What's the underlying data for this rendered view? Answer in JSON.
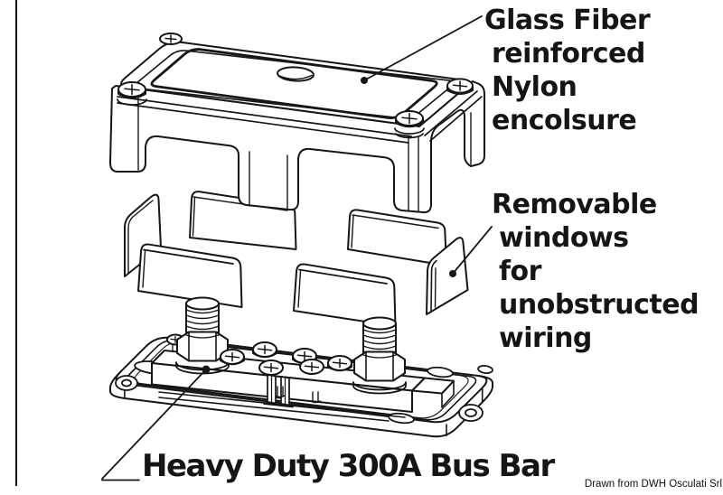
{
  "figure": {
    "type": "exploded-technical-diagram",
    "product": "Heavy Duty 300A Bus Bar",
    "colors": {
      "line": "#161616",
      "background": "#ffffff",
      "text": "#151515"
    },
    "parts": [
      "glass-fiber-nylon-enclosure",
      "removable-windows",
      "bus-bar-base-plate"
    ]
  },
  "labels": {
    "enclosure": {
      "lines": [
        "Glass Fiber",
        "reinforced",
        "Nylon",
        "encolsure"
      ]
    },
    "windows": {
      "lines": [
        "Removable",
        "windows",
        "for",
        "unobstructed",
        "wiring"
      ]
    },
    "bus_bar": {
      "text": "Heavy Duty 300A Bus Bar"
    },
    "credit": {
      "text": "Drawn from DWH Osculati Srl"
    }
  }
}
